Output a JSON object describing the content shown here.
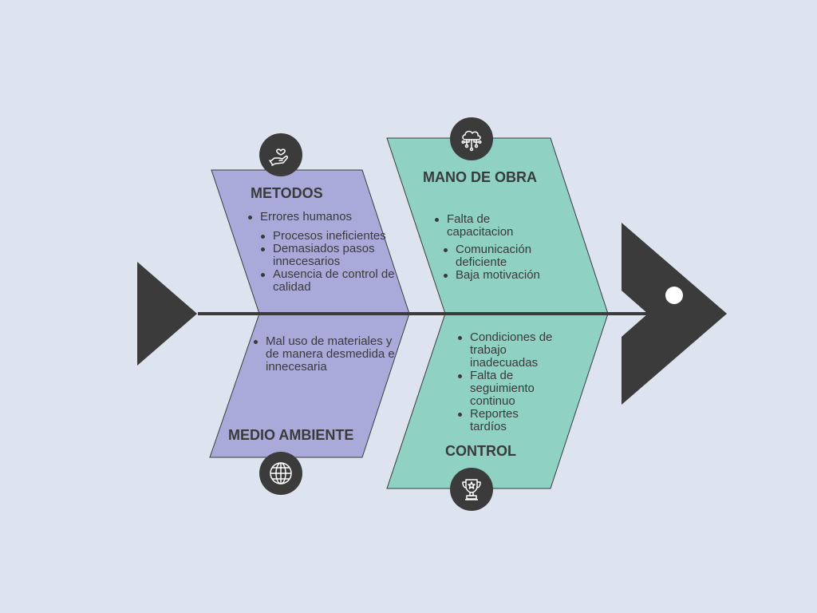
{
  "colors": {
    "background": "#dde4ef",
    "purple": "#aaaada",
    "teal": "#8fd1c3",
    "dark": "#3b3b3b"
  },
  "metodos": {
    "title": "METODOS",
    "item_main": "Errores humanos",
    "sub_items": [
      "Procesos ineficientes",
      "Demasiados pasos innecesarios",
      "Ausencia de control de calidad"
    ],
    "icon": "hand-heart-icon"
  },
  "medio_ambiente": {
    "title": "MEDIO AMBIENTE",
    "items": [
      "Mal uso de materiales y de manera desmedida e innecesaria"
    ],
    "icon": "globe-icon"
  },
  "mano_de_obra": {
    "title": "MANO DE OBRA",
    "item_main": "Falta de capacitacion",
    "sub_items": [
      "Comunicación deficiente",
      "Baja motivación"
    ],
    "icon": "cloud-network-icon"
  },
  "control": {
    "title": "CONTROL",
    "items": [
      "Condiciones de trabajo inadecuadas",
      "Falta de seguimiento continuo",
      "Reportes tardíos"
    ],
    "icon": "trophy-icon"
  }
}
